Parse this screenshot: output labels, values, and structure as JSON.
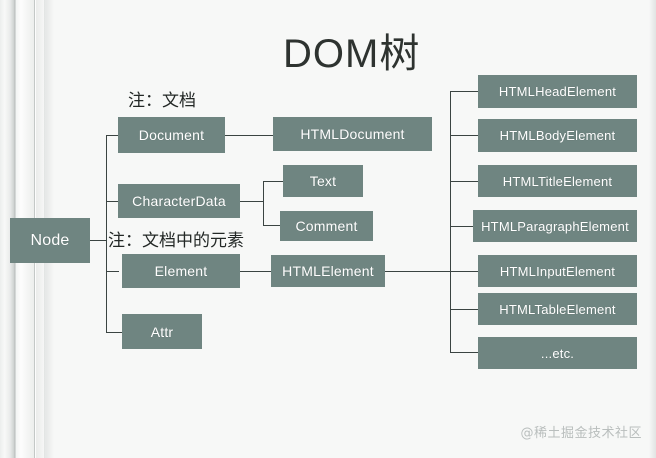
{
  "title": "DOM树",
  "watermark": "@稀土掘金技术社区",
  "colors": {
    "node_fill": "#6f8581",
    "node_text": "#ffffff",
    "line": "#3b4442",
    "background": "#f7f8f7",
    "title_text": "#2e3330",
    "watermark_text": "#b9bebd"
  },
  "notes": [
    {
      "text": "注：文档",
      "for": "Document"
    },
    {
      "text": "注：文档中的元素",
      "for": "Element"
    }
  ],
  "diagram": {
    "root": {
      "label": "Node"
    },
    "level1": [
      {
        "label": "Document"
      },
      {
        "label": "CharacterData"
      },
      {
        "label": "Element"
      },
      {
        "label": "Attr"
      }
    ],
    "level2": [
      {
        "label": "HTMLDocument",
        "parent": "Document"
      },
      {
        "label": "Text",
        "parent": "CharacterData"
      },
      {
        "label": "Comment",
        "parent": "CharacterData"
      },
      {
        "label": "HTMLElement",
        "parent": "Element"
      }
    ],
    "level3": [
      {
        "label": "HTMLHeadElement",
        "parent": "HTMLElement"
      },
      {
        "label": "HTMLBodyElement",
        "parent": "HTMLElement"
      },
      {
        "label": "HTMLTitleElement",
        "parent": "HTMLElement"
      },
      {
        "label": "HTMLParagraphElement",
        "parent": "HTMLElement"
      },
      {
        "label": "HTMLInputElement",
        "parent": "HTMLElement"
      },
      {
        "label": "HTMLTableElement",
        "parent": "HTMLElement"
      },
      {
        "label": "...etc.",
        "parent": "HTMLElement"
      }
    ]
  }
}
